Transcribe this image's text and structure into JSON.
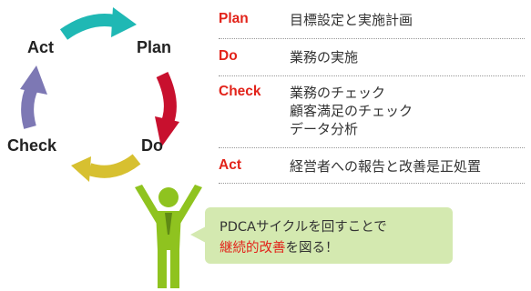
{
  "cycle": {
    "nodes": {
      "act": "Act",
      "plan": "Plan",
      "check": "Check",
      "do": "Do"
    },
    "colors": {
      "teal": "#1fb8b4",
      "red": "#c8102e",
      "yellow": "#d7c030",
      "purple": "#7d78b4"
    }
  },
  "steps": [
    {
      "key": "Plan",
      "lines": [
        "目標設定と実施計画"
      ]
    },
    {
      "key": "Do",
      "lines": [
        "業務の実施"
      ]
    },
    {
      "key": "Check",
      "lines": [
        "業務のチェック",
        "顧客満足のチェック",
        "データ分析"
      ]
    },
    {
      "key": "Act",
      "lines": [
        "経営者への報告と改善是正処置"
      ]
    }
  ],
  "bubble": {
    "line1": "PDCAサイクルを回すことで",
    "line2_highlight": "継続的改善",
    "line2_rest": "を図る！"
  },
  "colors": {
    "accent": "#e2231a",
    "bubble_bg": "#d4e9b0",
    "person": "#8fc31f"
  }
}
